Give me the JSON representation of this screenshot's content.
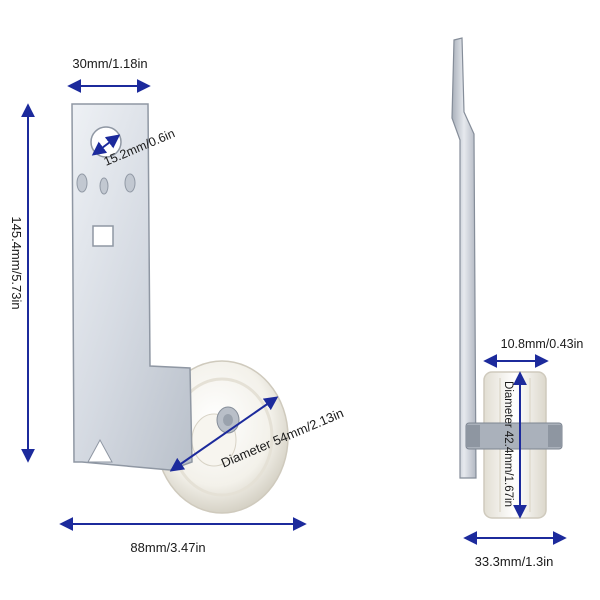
{
  "colors": {
    "arrow": "#1c2a9c",
    "bracket_light": "#e4e8ee",
    "bracket_dark": "#9aa2ad",
    "pulley_light": "#ffffff",
    "pulley_shade": "#d9d6cc"
  },
  "dimensions": {
    "bracket_top_width": "30mm/1.18in",
    "hole_diameter": "15.2mm/0.6in",
    "total_height": "145.4mm/5.73in",
    "pulley_diameter_front": "Diameter 54mm/2.13in",
    "total_width": "88mm/3.47in",
    "pulley_width": "10.8mm/0.43in",
    "pulley_diameter_side": "Diameter 42.4mm/1.67in",
    "side_width": "33.3mm/1.3in"
  }
}
